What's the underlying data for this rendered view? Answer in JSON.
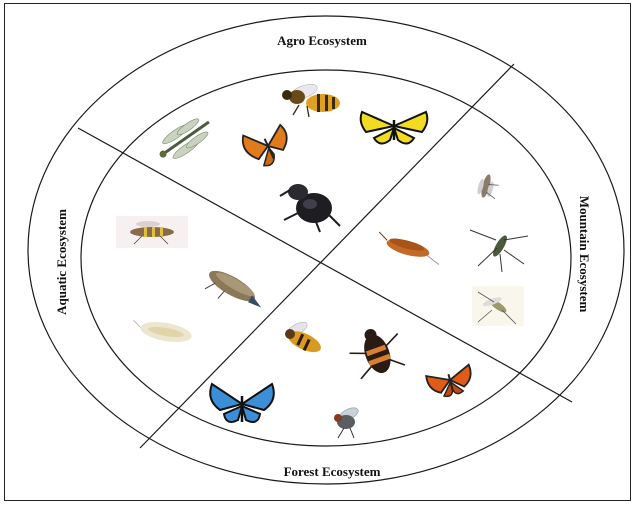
{
  "labels": {
    "top": "Agro Ecosystem",
    "right": "Mountain Ecosystem",
    "bottom": "Forest Ecosystem",
    "left": "Aquatic Ecosystem"
  },
  "colors": {
    "outline": "#1a1a1a",
    "background": "#ffffff"
  },
  "sectors": [
    {
      "name": "Agro Ecosystem",
      "insects": [
        "dragonfly-icon",
        "honeybee-icon",
        "yellow-butterfly-icon",
        "monarch-butterfly-icon",
        "dung-beetle-icon"
      ]
    },
    {
      "name": "Mountain Ecosystem",
      "insects": [
        "small-fly-icon",
        "mosquito-icon",
        "brown-moth-icon",
        "pale-fly-icon"
      ]
    },
    {
      "name": "Forest Ecosystem",
      "insects": [
        "hoverfly-icon",
        "striped-beetle-icon",
        "orange-butterfly-icon",
        "blue-swallowtail-icon",
        "housefly-icon"
      ]
    },
    {
      "name": "Aquatic Ecosystem",
      "insects": [
        "banded-fly-icon",
        "leafhopper-icon",
        "pale-lacewing-icon"
      ]
    }
  ]
}
